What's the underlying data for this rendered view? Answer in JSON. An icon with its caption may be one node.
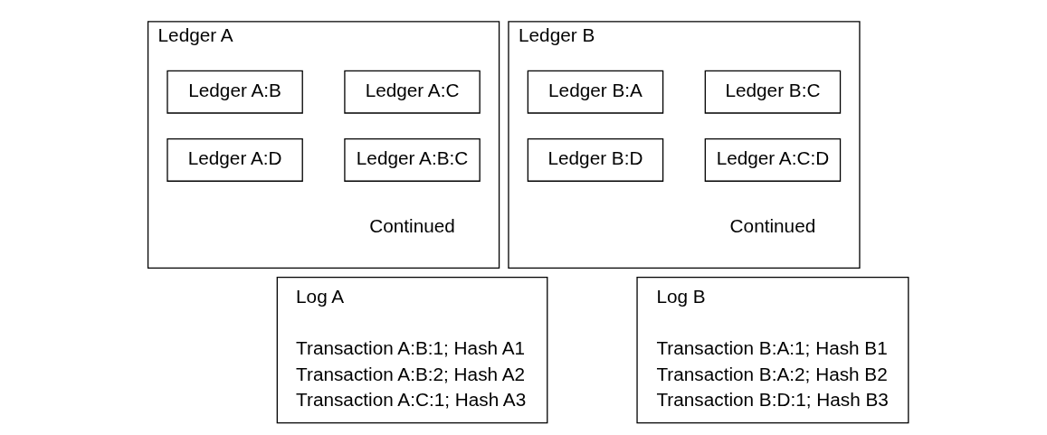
{
  "diagram": {
    "nodes": [
      {
        "text": [
          "Ledger A"
        ]
      },
      {
        "text": [
          "Ledger A:B"
        ],
        "in": 0
      },
      {
        "text": [
          "Ledger A:C"
        ],
        "in": 0
      },
      {
        "text": [
          "Ledger A:D"
        ],
        "in": 0
      },
      {
        "text": [
          "Ledger A:B:C"
        ],
        "in": 0
      },
      {
        "text": [
          "Ledger B"
        ]
      },
      {
        "text": [
          "Ledger B:A"
        ],
        "in": 5
      },
      {
        "text": [
          "Ledger B:C"
        ],
        "in": 5
      },
      {
        "text": [
          "Ledger B:D"
        ],
        "in": 5
      },
      {
        "text": [
          "Ledger A:C:D"
        ],
        "in": 5
      },
      {
        "text": [
          "Log A",
          "Transaction A:B:1; Hash A1",
          "Transaction A:B:2; Hash A2",
          "Transaction A:C:1; Hash A3"
        ]
      },
      {
        "text": [
          "Log B",
          "Transaction B:A:1; Hash B1",
          "Transaction B:A:2; Hash B2",
          "Transaction B:D:1; Hash B3"
        ]
      }
    ],
    "edges": [],
    "labels": [
      "Continued",
      "Continued"
    ]
  }
}
